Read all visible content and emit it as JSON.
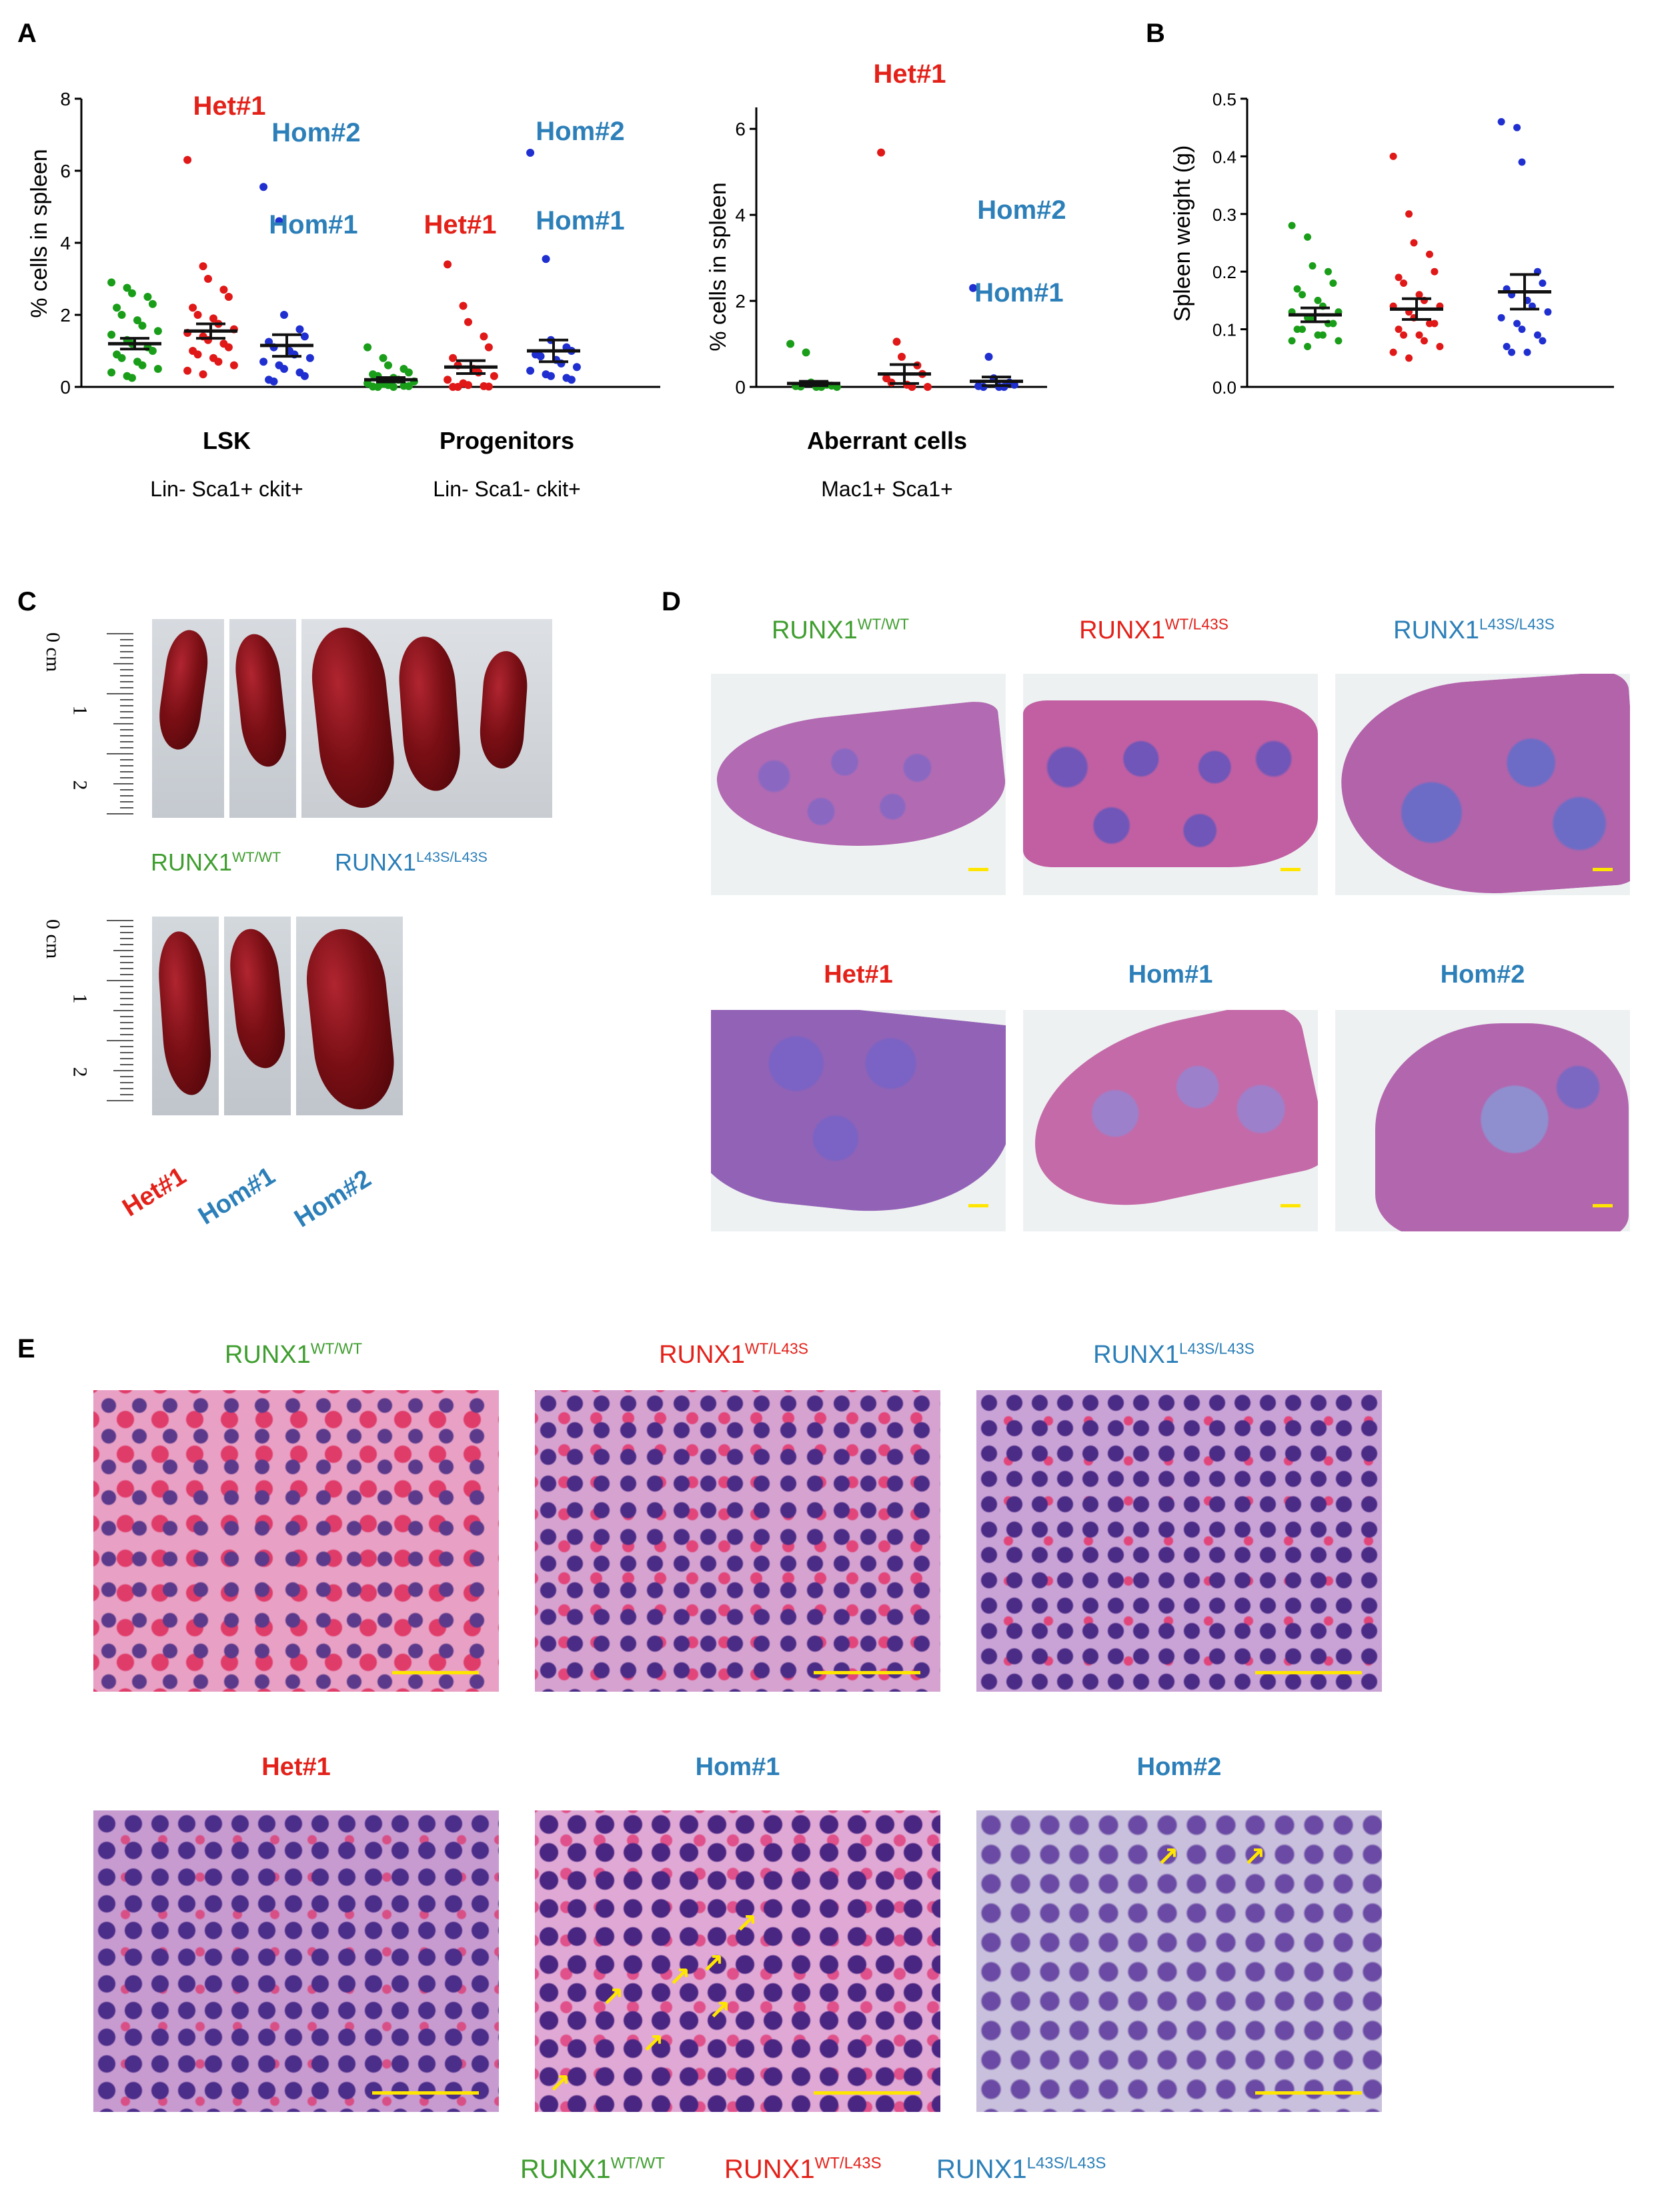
{
  "panels": {
    "A": "A",
    "B": "B",
    "C": "C",
    "D": "D",
    "E": "E"
  },
  "colors": {
    "wt": "#1a9e1a",
    "het": "#e01818",
    "hom": "#1f2fd0",
    "het_label": "#e32119",
    "hom_label": "#2c7fb8"
  },
  "chart_data": [
    {
      "type": "scatter",
      "ylabel": "% cells in spleen",
      "ylim": [
        0,
        8
      ],
      "yticks": [
        "0",
        "2",
        "4",
        "6",
        "8"
      ],
      "groups": [
        {
          "label": "LSK",
          "sublabel": "Lin- Sca1+ ckit+"
        },
        {
          "label": "Progenitors",
          "sublabel": "Lin- Sca1- ckit+"
        }
      ],
      "annotations": [
        {
          "text": "Het#1",
          "series": "het"
        },
        {
          "text": "Hom#2",
          "series": "hom"
        },
        {
          "text": "Hom#1",
          "series": "hom"
        },
        {
          "text": "Het#1",
          "series": "het"
        },
        {
          "text": "Hom#2",
          "series": "hom"
        },
        {
          "text": "Hom#1",
          "series": "hom"
        }
      ],
      "series": [
        {
          "key": "wt",
          "group": 0,
          "values": [
            2.9,
            2.75,
            2.6,
            2.5,
            2.3,
            2.2,
            2.0,
            1.85,
            1.7,
            1.55,
            1.45,
            1.3,
            1.2,
            1.1,
            1.0,
            0.9,
            0.8,
            0.7,
            0.6,
            0.5,
            0.4,
            0.3,
            0.25
          ],
          "mean": 1.2,
          "sem": 0.15
        },
        {
          "key": "het",
          "group": 0,
          "values": [
            6.3,
            3.35,
            3.0,
            2.7,
            2.5,
            2.2,
            2.0,
            1.9,
            1.75,
            1.6,
            1.5,
            1.4,
            1.3,
            1.2,
            1.1,
            1.0,
            0.9,
            0.8,
            0.7,
            0.6,
            0.45,
            0.35
          ],
          "mean": 1.55,
          "sem": 0.2
        },
        {
          "key": "hom",
          "group": 0,
          "values": [
            5.55,
            4.6,
            2.0,
            1.6,
            1.4,
            1.25,
            1.1,
            1.0,
            0.9,
            0.8,
            0.7,
            0.6,
            0.5,
            0.4,
            0.3,
            0.2,
            0.15
          ],
          "mean": 1.15,
          "sem": 0.3
        },
        {
          "key": "wt",
          "group": 1,
          "values": [
            1.1,
            0.8,
            0.6,
            0.5,
            0.4,
            0.35,
            0.3,
            0.25,
            0.2,
            0.15,
            0.1,
            0.08,
            0.05,
            0.03,
            0.02,
            0.01,
            0.0,
            0.0
          ],
          "mean": 0.2,
          "sem": 0.06
        },
        {
          "key": "het",
          "group": 1,
          "values": [
            3.4,
            2.25,
            1.8,
            1.4,
            1.1,
            0.8,
            0.6,
            0.5,
            0.4,
            0.3,
            0.2,
            0.1,
            0.05,
            0.02,
            0.01,
            0.0,
            0.0
          ],
          "mean": 0.55,
          "sem": 0.18
        },
        {
          "key": "hom",
          "group": 1,
          "values": [
            6.5,
            3.55,
            1.3,
            1.1,
            1.0,
            0.9,
            0.85,
            0.75,
            0.65,
            0.55,
            0.45,
            0.35,
            0.3,
            0.25,
            0.2
          ],
          "mean": 1.0,
          "sem": 0.3
        }
      ]
    },
    {
      "type": "scatter",
      "ylabel": "% cells in spleen",
      "ylim": [
        0,
        6.5
      ],
      "yticks": [
        "0",
        "2",
        "4",
        "6"
      ],
      "groups": [
        {
          "label": "Aberrant cells",
          "sublabel": "Mac1+ Sca1+"
        }
      ],
      "annotations": [
        {
          "text": "Het#1",
          "series": "het"
        },
        {
          "text": "Hom#2",
          "series": "hom"
        },
        {
          "text": "Hom#1",
          "series": "hom"
        }
      ],
      "series": [
        {
          "key": "wt",
          "group": 0,
          "values": [
            1.0,
            0.8,
            0.1,
            0.05,
            0.03,
            0.02,
            0.01,
            0.0,
            0.0,
            0.0
          ],
          "mean": 0.08,
          "sem": 0.05
        },
        {
          "key": "het",
          "group": 0,
          "values": [
            5.45,
            1.05,
            0.7,
            0.5,
            0.3,
            0.2,
            0.1,
            0.05,
            0.0,
            0.0
          ],
          "mean": 0.3,
          "sem": 0.22
        },
        {
          "key": "hom",
          "group": 0,
          "values": [
            2.3,
            0.7,
            0.2,
            0.1,
            0.05,
            0.02,
            0.0,
            0.0,
            0.0
          ],
          "mean": 0.13,
          "sem": 0.1
        }
      ]
    },
    {
      "type": "scatter",
      "ylabel": "Spleen weight (g)",
      "ylim": [
        0,
        0.5
      ],
      "yticks": [
        "0.0",
        "0.1",
        "0.2",
        "0.3",
        "0.4",
        "0.5"
      ],
      "series": [
        {
          "key": "wt",
          "values": [
            0.28,
            0.26,
            0.21,
            0.2,
            0.18,
            0.17,
            0.16,
            0.15,
            0.14,
            0.13,
            0.13,
            0.12,
            0.12,
            0.11,
            0.11,
            0.1,
            0.1,
            0.09,
            0.09,
            0.08,
            0.08,
            0.07
          ],
          "mean": 0.125,
          "sem": 0.012
        },
        {
          "key": "het",
          "values": [
            0.4,
            0.3,
            0.25,
            0.23,
            0.2,
            0.19,
            0.18,
            0.16,
            0.15,
            0.14,
            0.14,
            0.13,
            0.12,
            0.11,
            0.11,
            0.1,
            0.09,
            0.09,
            0.08,
            0.07,
            0.06,
            0.05
          ],
          "mean": 0.135,
          "sem": 0.018
        },
        {
          "key": "hom",
          "values": [
            0.46,
            0.45,
            0.39,
            0.2,
            0.18,
            0.17,
            0.16,
            0.15,
            0.14,
            0.13,
            0.12,
            0.11,
            0.1,
            0.09,
            0.08,
            0.07,
            0.06,
            0.06
          ],
          "mean": 0.165,
          "sem": 0.03
        }
      ]
    }
  ],
  "panelC": {
    "ruler_labels": [
      "0 cm",
      "1",
      "2"
    ],
    "caption_wt": {
      "base": "RUNX1",
      "sup": "WT/WT"
    },
    "caption_hom": {
      "base": "RUNX1",
      "sup": "L43S/L43S"
    },
    "bottom_labels": [
      "Het#1",
      "Hom#1",
      "Hom#2"
    ]
  },
  "panelD": {
    "top": [
      {
        "base": "RUNX1",
        "sup": "WT/WT"
      },
      {
        "base": "RUNX1",
        "sup": "WT/L43S"
      },
      {
        "base": "RUNX1",
        "sup": "L43S/L43S"
      }
    ],
    "bottom": [
      "Het#1",
      "Hom#1",
      "Hom#2"
    ]
  },
  "panelE": {
    "top": [
      {
        "base": "RUNX1",
        "sup": "WT/WT"
      },
      {
        "base": "RUNX1",
        "sup": "WT/L43S"
      },
      {
        "base": "RUNX1",
        "sup": "L43S/L43S"
      }
    ],
    "bottom": [
      "Het#1",
      "Hom#1",
      "Hom#2"
    ]
  },
  "legend": [
    {
      "base": "RUNX1",
      "sup": "WT/WT"
    },
    {
      "base": "RUNX1",
      "sup": "WT/L43S"
    },
    {
      "base": "RUNX1",
      "sup": "L43S/L43S"
    }
  ]
}
